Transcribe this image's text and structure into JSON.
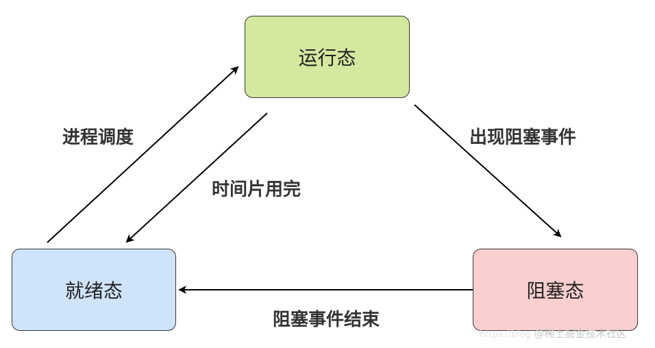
{
  "diagram": {
    "nodes": {
      "running": {
        "label": "运行态",
        "fill": "#d5e8a0"
      },
      "ready": {
        "label": "就绪态",
        "fill": "#cfe3fb"
      },
      "blocked": {
        "label": "阻塞态",
        "fill": "#fbcfd0"
      }
    },
    "edges": {
      "schedule": {
        "label": "进程调度",
        "from": "ready",
        "to": "running"
      },
      "timeslice": {
        "label": "时间片用完",
        "from": "running",
        "to": "ready"
      },
      "block": {
        "label": "出现阻塞事件",
        "from": "running",
        "to": "blocked"
      },
      "block_end": {
        "label": "阻塞事件结束",
        "from": "blocked",
        "to": "ready"
      }
    },
    "stroke_color": "#000000",
    "text_color": "#333333"
  },
  "watermark": {
    "text": "@稀土掘金技术社区",
    "url_text": "https://blog"
  }
}
